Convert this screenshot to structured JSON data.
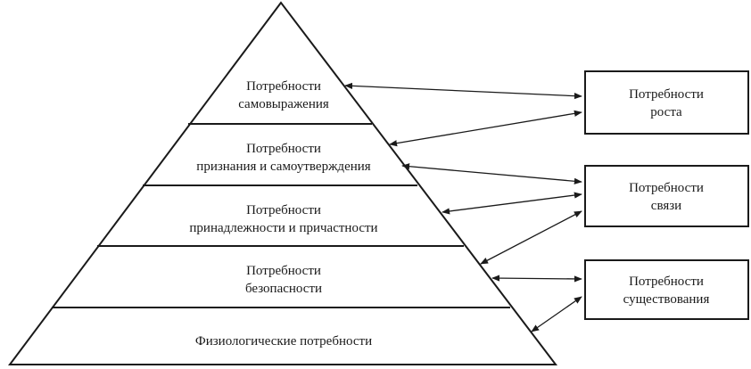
{
  "pyramid": {
    "levels": [
      {
        "lines": [
          "Потребности",
          "самовыражения"
        ]
      },
      {
        "lines": [
          "Потребности",
          "признания и самоутверждения"
        ]
      },
      {
        "lines": [
          "Потребности",
          "принадлежности и причастности"
        ]
      },
      {
        "lines": [
          "Потребности",
          "безопасности"
        ]
      },
      {
        "lines": [
          "Физиологические потребности"
        ]
      }
    ]
  },
  "boxes": [
    {
      "lines": [
        "Потребности",
        "роста"
      ]
    },
    {
      "lines": [
        "Потребности",
        "связи"
      ]
    },
    {
      "lines": [
        "Потребности",
        "существования"
      ]
    }
  ]
}
